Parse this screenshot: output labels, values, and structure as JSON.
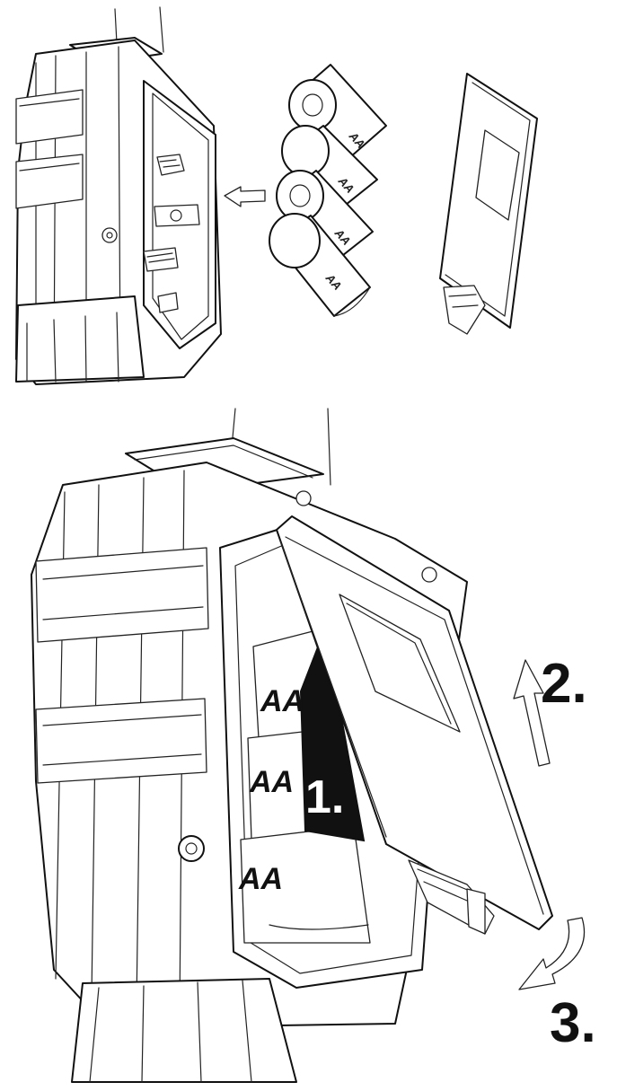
{
  "top_view": {
    "batteries": [
      {
        "label": "AA"
      },
      {
        "label": "AA"
      },
      {
        "label": "AA"
      },
      {
        "label": "AA"
      }
    ]
  },
  "bottom_view": {
    "batteries": [
      {
        "label": "AA"
      },
      {
        "label": "AA"
      },
      {
        "label": "AA"
      }
    ],
    "steps": [
      {
        "label": "1."
      },
      {
        "label": "2."
      },
      {
        "label": "3."
      }
    ]
  }
}
